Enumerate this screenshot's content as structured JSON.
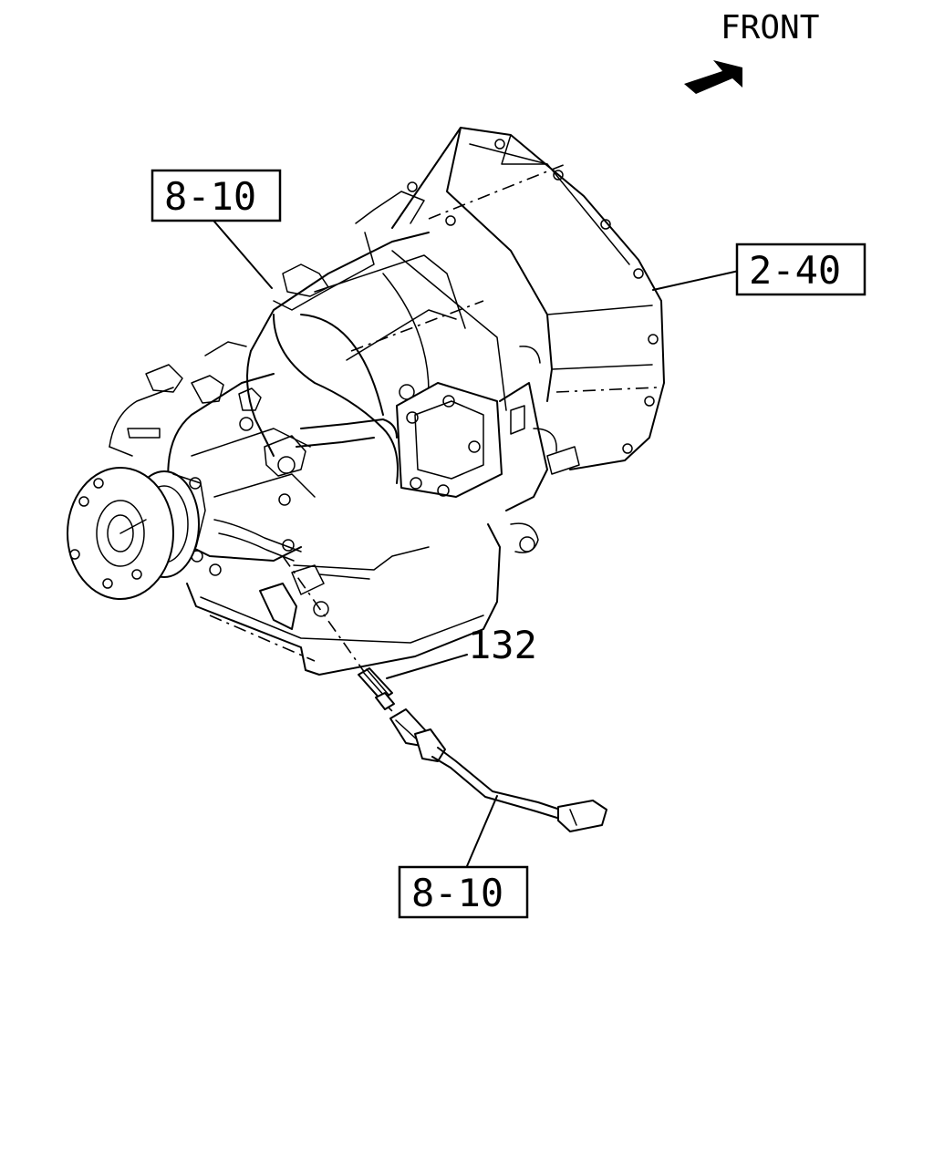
{
  "direction": {
    "label": "FRONT",
    "arrow_icon": "front-arrow-icon"
  },
  "callouts": {
    "ref_top_left": "8-10",
    "ref_right": "2-40",
    "part_number": "132",
    "ref_bottom": "8-10"
  },
  "colors": {
    "ink": "#000000",
    "paper": "#ffffff"
  }
}
